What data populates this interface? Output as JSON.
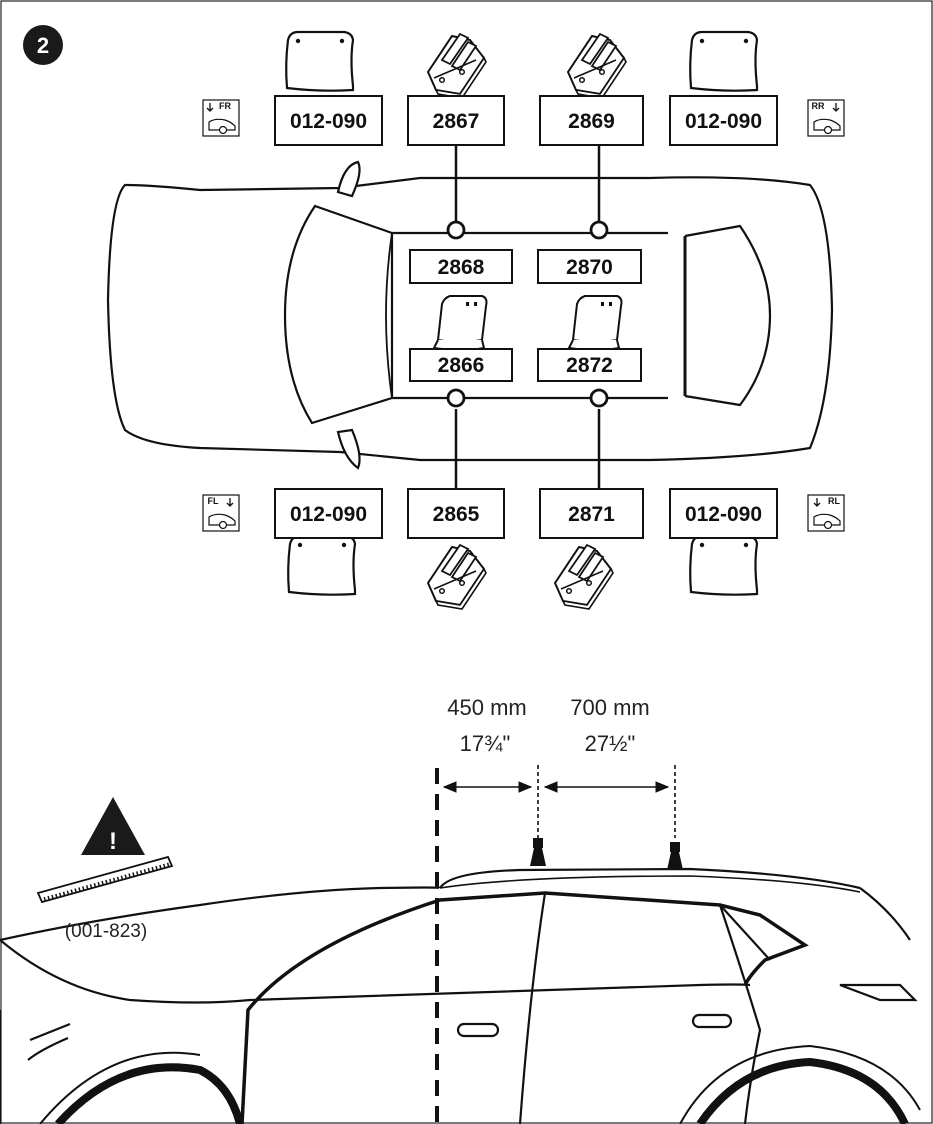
{
  "step": {
    "number": "2"
  },
  "top_view": {
    "pads_top": [
      "012-090",
      "012-090"
    ],
    "feet_top": [
      "2867",
      "2869"
    ],
    "kits_inner_top": [
      "2868",
      "2870"
    ],
    "kits_inner_bottom": [
      "2866",
      "2872"
    ],
    "pads_bottom": [
      "012-090",
      "012-090"
    ],
    "feet_bottom": [
      "2865",
      "2871"
    ],
    "positions": {
      "fr": "FR",
      "rr": "RR",
      "fl": "FL",
      "rl": "RL"
    }
  },
  "side_view": {
    "front_distance": {
      "metric": "450 mm",
      "imperial": "17¾\""
    },
    "bar_spacing": {
      "metric": "700 mm",
      "imperial": "27½\""
    },
    "warning": {
      "glyph": "!",
      "icon": "warning-triangle-icon"
    },
    "tool": {
      "icon": "measuring-ruler-icon",
      "part_number": "(001-823)"
    }
  },
  "colors": {
    "line": "#111111",
    "background": "#ffffff"
  }
}
